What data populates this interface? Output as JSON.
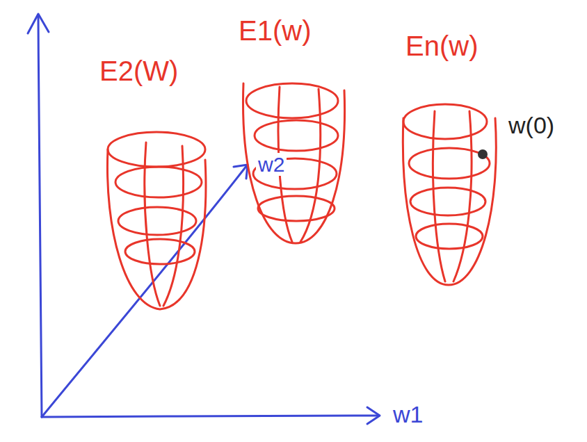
{
  "diagram": {
    "labels": [
      "E2(W)",
      "E1(w)",
      "En(w)",
      "w(0)",
      "w2",
      "w1"
    ]
  }
}
